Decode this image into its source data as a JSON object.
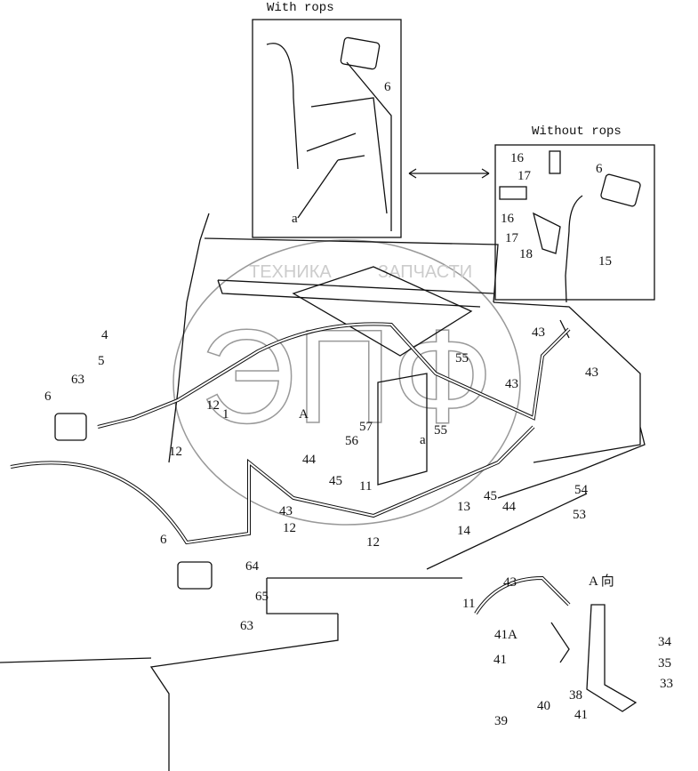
{
  "titles": {
    "with_rops": "With rops",
    "without_rops": "Without rops",
    "view_a": "A 向"
  },
  "watermark": {
    "line1": "ТЕХНИКА",
    "line2": "ЗАПЧАСТИ",
    "logo": "ЭПФ"
  },
  "callouts": [
    "6",
    "a",
    "16",
    "17",
    "16",
    "17",
    "18",
    "6",
    "15",
    "4",
    "5",
    "63",
    "6",
    "12",
    "12",
    "1",
    "A",
    "56",
    "57",
    "55",
    "55",
    "43",
    "43",
    "43",
    "a",
    "44",
    "45",
    "45",
    "44",
    "13",
    "14",
    "11",
    "12",
    "43",
    "12",
    "54",
    "53",
    "6",
    "64",
    "65",
    "63",
    "43",
    "11",
    "41A",
    "41",
    "38",
    "39",
    "40",
    "41",
    "34",
    "35",
    "33"
  ]
}
